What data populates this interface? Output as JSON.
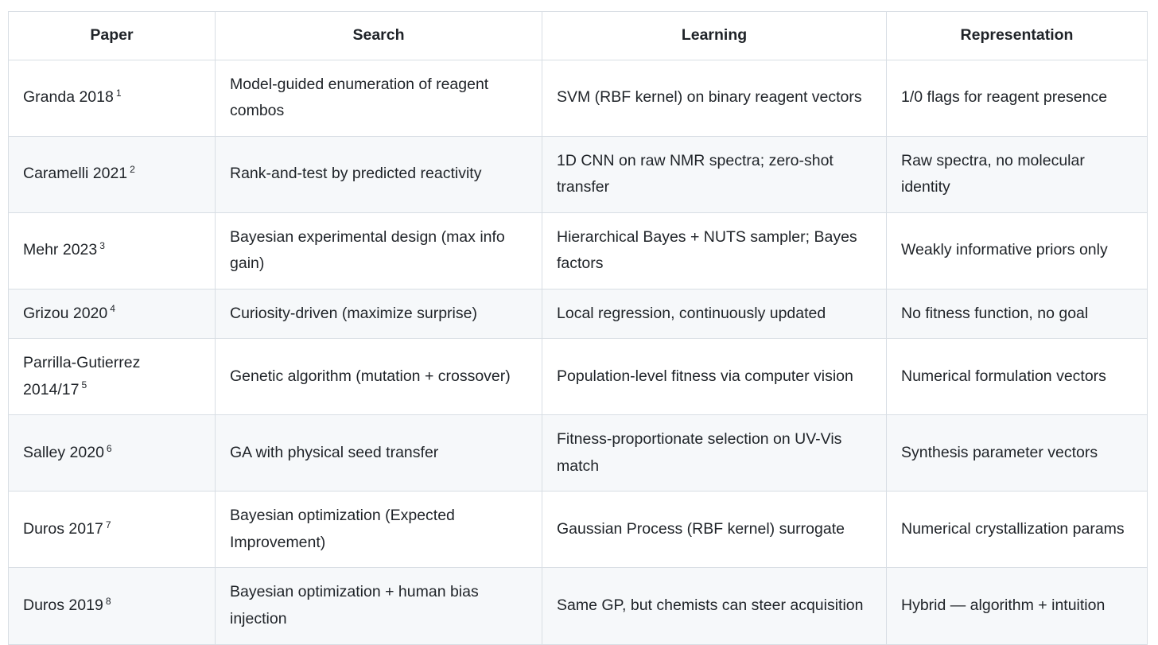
{
  "table": {
    "name": "autonomous-chemistry-papers-comparison",
    "columns": [
      {
        "key": "paper",
        "label": "Paper"
      },
      {
        "key": "search",
        "label": "Search"
      },
      {
        "key": "learning",
        "label": "Learning"
      },
      {
        "key": "representation",
        "label": "Representation"
      }
    ],
    "rows": [
      {
        "paper": "Granda 2018",
        "ref": "1",
        "search": "Model-guided enumeration of reagent combos",
        "learning": "SVM (RBF kernel) on binary reagent vectors",
        "representation": "1/0 flags for reagent presence"
      },
      {
        "paper": "Caramelli 2021",
        "ref": "2",
        "search": "Rank-and-test by predicted reactivity",
        "learning": "1D CNN on raw NMR spectra; zero-shot transfer",
        "representation": "Raw spectra, no molecular identity"
      },
      {
        "paper": "Mehr 2023",
        "ref": "3",
        "search": "Bayesian experimental design (max info gain)",
        "learning": "Hierarchical Bayes + NUTS sampler; Bayes factors",
        "representation": "Weakly informative priors only"
      },
      {
        "paper": "Grizou 2020",
        "ref": "4",
        "search": "Curiosity-driven (maximize surprise)",
        "learning": "Local regression, continuously updated",
        "representation": "No fitness function, no goal"
      },
      {
        "paper": "Parrilla-Gutierrez 2014/17",
        "ref": "5",
        "search": "Genetic algorithm (mutation + crossover)",
        "learning": "Population-level fitness via computer vision",
        "representation": "Numerical formulation vectors"
      },
      {
        "paper": "Salley 2020",
        "ref": "6",
        "search": "GA with physical seed transfer",
        "learning": "Fitness-proportionate selection on UV-Vis match",
        "representation": "Synthesis parameter vectors"
      },
      {
        "paper": "Duros 2017",
        "ref": "7",
        "search": "Bayesian optimization (Expected Improvement)",
        "learning": "Gaussian Process (RBF kernel) surrogate",
        "representation": "Numerical crystallization params"
      },
      {
        "paper": "Duros 2019",
        "ref": "8",
        "search": "Bayesian optimization + human bias injection",
        "learning": "Same GP, but chemists can steer acquisition",
        "representation": "Hybrid — algorithm + intuition"
      }
    ]
  },
  "colors": {
    "border": "#d8dee4",
    "zebra_row": "#f6f8fa",
    "page_background": "#ffffff",
    "text": "#1f2328"
  }
}
